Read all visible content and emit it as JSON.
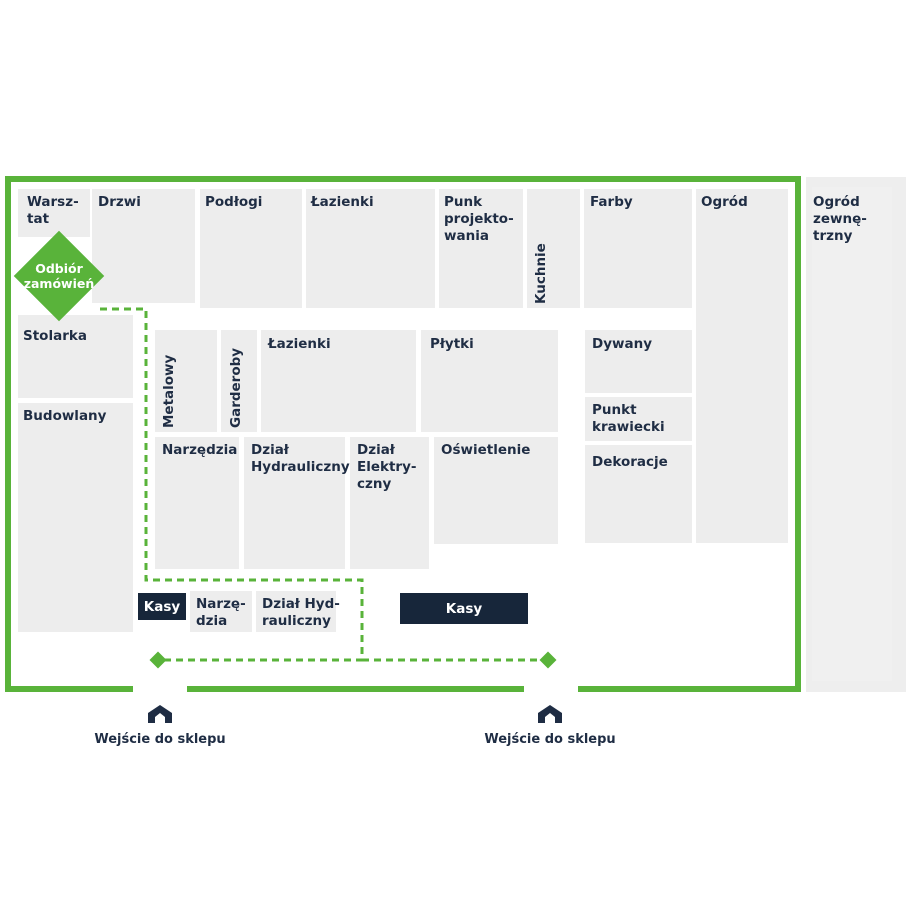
{
  "colors": {
    "frame": "#59b33a",
    "zone": "#ededed",
    "checkout": "#17263a",
    "text": "#1f2d44",
    "route": "#59b33a"
  },
  "zones": {
    "warsztat": "Warsz-\ntat",
    "drzwi": "Drzwi",
    "podlogi": "Podłogi",
    "lazienki_top": "Łazienki",
    "punkt_projektowania": "Punk\nprojekto-\nwania",
    "kuchnie": "Kuchnie",
    "farby": "Farby",
    "ogrod": "Ogród",
    "ogrod_zewnetrzny": "Ogród\nzewnę-\ntrzny",
    "stolarka": "Stolarka",
    "budowlany": "Budowlany",
    "metalowy": "Metalowy",
    "garderoby": "Garderoby",
    "lazienki_mid": "Łazienki",
    "plytki": "Płytki",
    "dywany": "Dywany",
    "punkt_krawiecki": "Punkt\nkrawiecki",
    "dekoracje": "Dekoracje",
    "narzedzia_mid": "Narzędzia",
    "dzial_hydrauliczny_mid": "Dział\nHydrauliczny",
    "dzial_elektryczny": "Dział\nElektry-\nczny",
    "oswietlenie": "Oświetlenie",
    "narzedzia_small": "Narzę-\ndzia",
    "dzial_hydrauliczny_small": "Dział Hyd-\nrauliczny"
  },
  "checkouts": {
    "kasy_small": "Kasy",
    "kasy_large": "Kasy"
  },
  "pickup": {
    "label": "Odbiór\nzamówień"
  },
  "entrances": {
    "left": {
      "label": "Wejście do sklepu",
      "icon": "entrance-arrow-icon"
    },
    "right": {
      "label": "Wejście do sklepu",
      "icon": "entrance-arrow-icon"
    }
  }
}
